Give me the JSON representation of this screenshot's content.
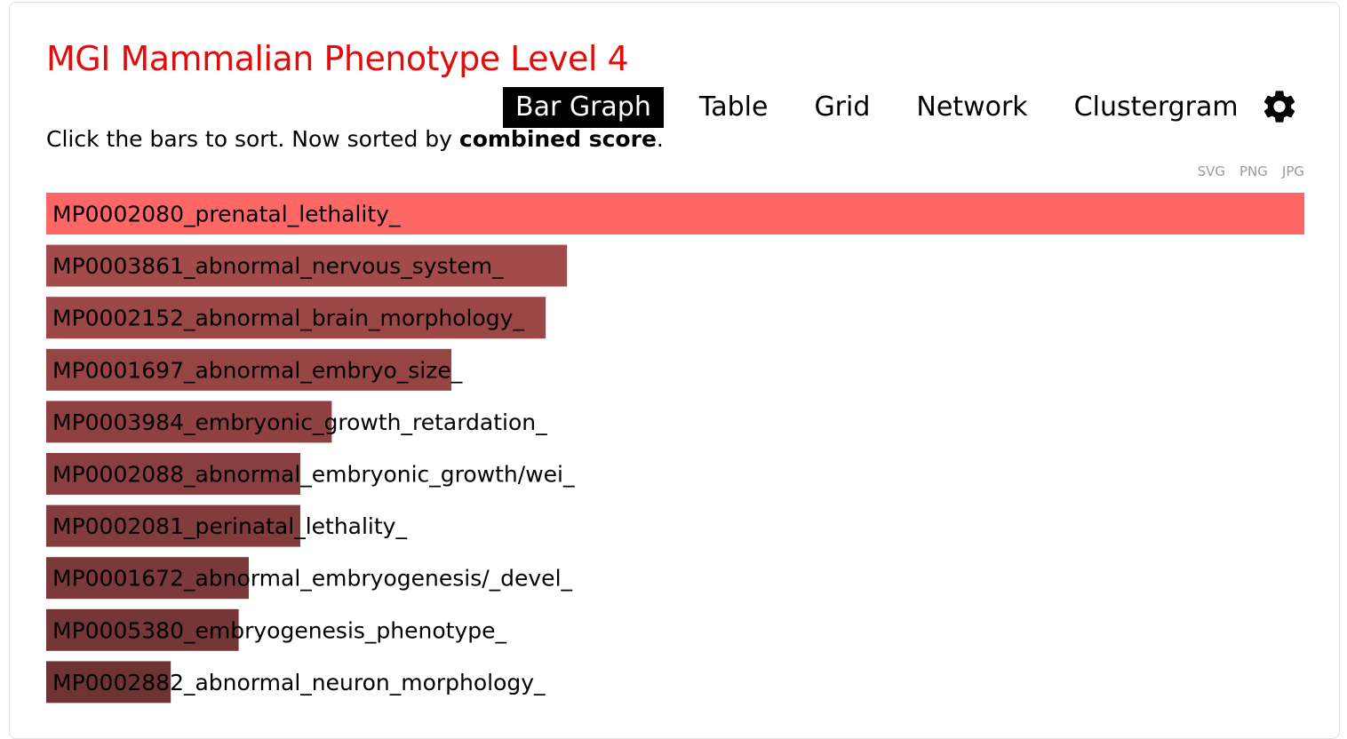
{
  "header": {
    "title": "MGI Mammalian Phenotype Level 4",
    "subtitle_prefix": "Click the bars to sort. Now sorted by ",
    "subtitle_bold": "combined score",
    "subtitle_suffix": "."
  },
  "tabs": [
    {
      "label": "Bar Graph",
      "active": true
    },
    {
      "label": "Table",
      "active": false
    },
    {
      "label": "Grid",
      "active": false
    },
    {
      "label": "Network",
      "active": false
    },
    {
      "label": "Clustergram",
      "active": false
    }
  ],
  "settings_icon": "gear-icon",
  "exports": [
    "SVG",
    "PNG",
    "JPG"
  ],
  "colors": {
    "title": "#e20c0c",
    "top_bar": "#ff6666",
    "bar_start": "#a34a4a",
    "bar_end": "#6e3333"
  },
  "chart_data": {
    "type": "bar",
    "orientation": "horizontal",
    "sorted_by": "combined score",
    "categories": [
      "MP0002080_prenatal_lethality_",
      "MP0003861_abnormal_nervous_system_",
      "MP0002152_abnormal_brain_morphology_",
      "MP0001697_abnormal_embryo_size_",
      "MP0003984_embryonic_growth_retardation_",
      "MP0002088_abnormal_embryonic_growth/wei_",
      "MP0002081_perinatal_lethality_",
      "MP0001672_abnormal_embryogenesis/_devel_",
      "MP0005380_embryogenesis_phenotype_",
      "MP0002882_abnormal_neuron_morphology_"
    ],
    "values": [
      1.0,
      0.414,
      0.397,
      0.322,
      0.227,
      0.202,
      0.202,
      0.161,
      0.153,
      0.099
    ],
    "value_scale": "relative to top term",
    "axes_shown": false
  }
}
